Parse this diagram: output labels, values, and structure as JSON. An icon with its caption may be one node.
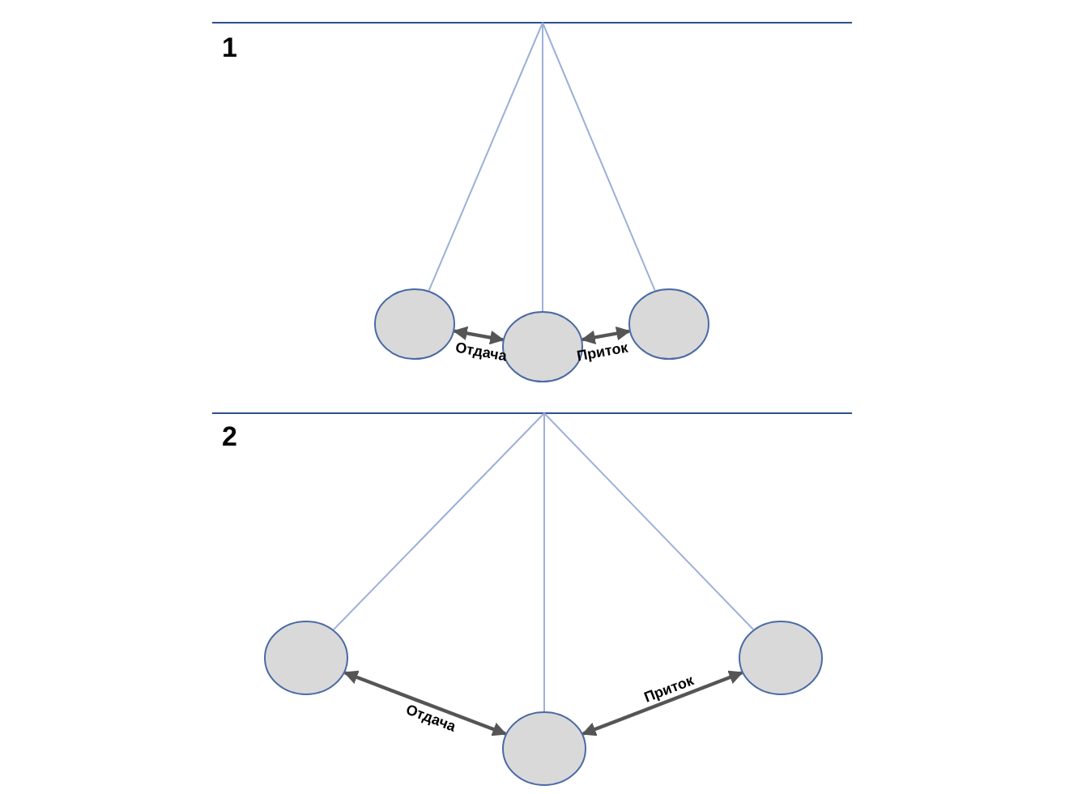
{
  "diagram": {
    "nodes": [
      {
        "text": [],
        "shape": "circle"
      },
      {
        "text": [],
        "shape": "circle"
      },
      {
        "text": [],
        "shape": "circle"
      },
      {
        "text": [],
        "shape": "circle"
      },
      {
        "text": [],
        "shape": "circle"
      },
      {
        "text": [],
        "shape": "circle"
      }
    ],
    "edges": [
      {
        "from": 0,
        "to": 1,
        "arrow": "both",
        "label": "Отдача"
      },
      {
        "from": 1,
        "to": 2,
        "arrow": "both",
        "label": "Приток"
      },
      {
        "from": 3,
        "to": 4,
        "arrow": "both",
        "label": "Отдача"
      },
      {
        "from": 4,
        "to": 5,
        "arrow": "both",
        "label": "Приток"
      }
    ],
    "labels": [
      "1",
      "2"
    ]
  }
}
